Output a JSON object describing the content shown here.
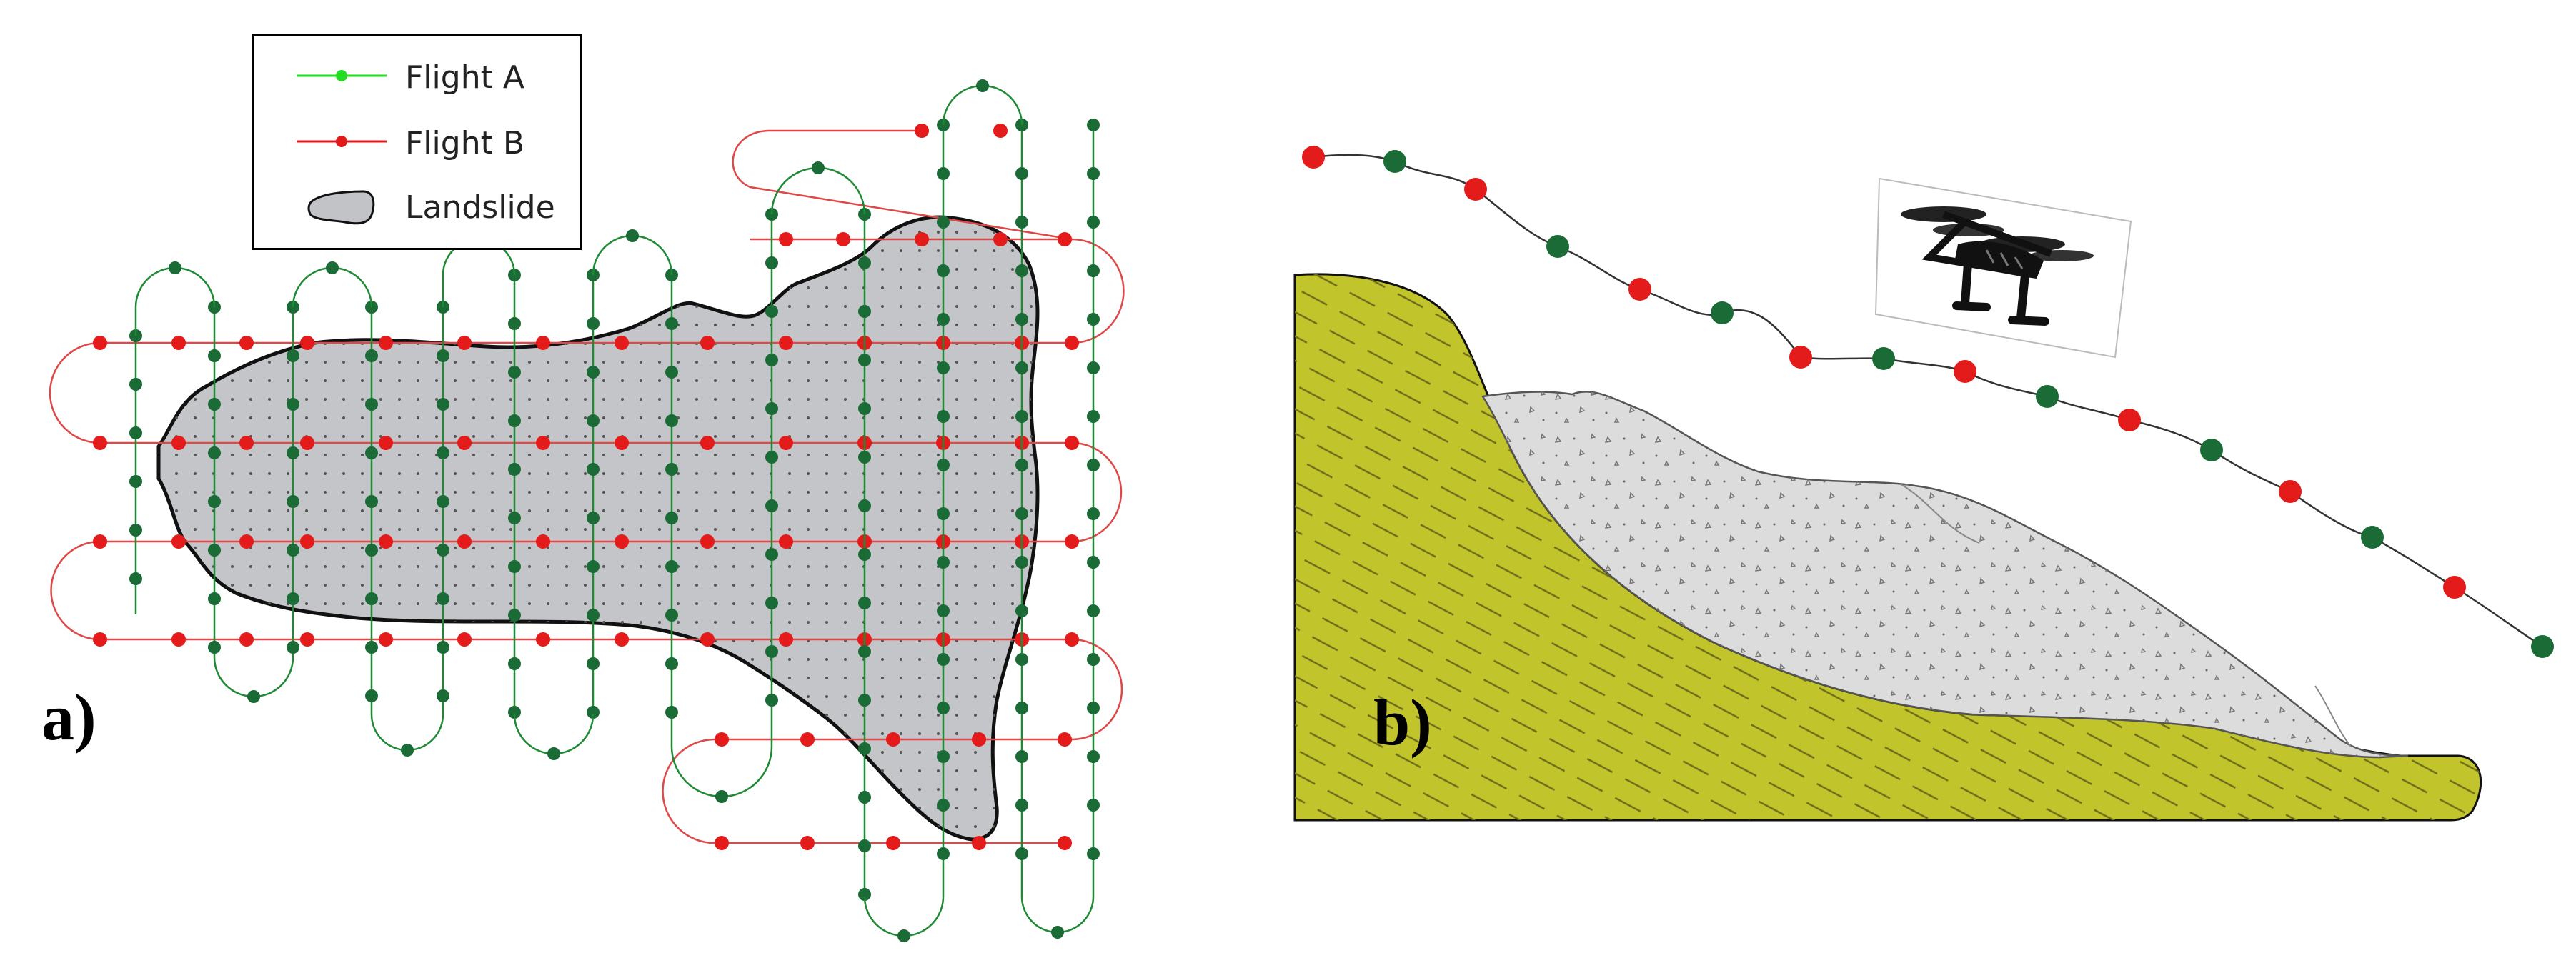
{
  "panels": {
    "a": {
      "label": "a)"
    },
    "b": {
      "label": "b)"
    }
  },
  "legend": {
    "items": [
      {
        "label": "Flight A",
        "color": "#22dd22"
      },
      {
        "label": "Flight B",
        "color": "#e01818"
      },
      {
        "label": "Landslide",
        "color": "#c2c3c7"
      }
    ]
  },
  "colors": {
    "flight_a_line": "#1e8a34",
    "flight_a_dot": "#1a6b35",
    "flight_b_line": "#e04848",
    "flight_b_dot": "#e31b1b",
    "landslide_fill": "#c4c5c9",
    "terrain_fill": "#c2c42c",
    "deposit_fill": "#dcdcdc",
    "drone": "#111111"
  },
  "icons": [
    "drone-icon",
    "landslide-swatch-icon"
  ]
}
